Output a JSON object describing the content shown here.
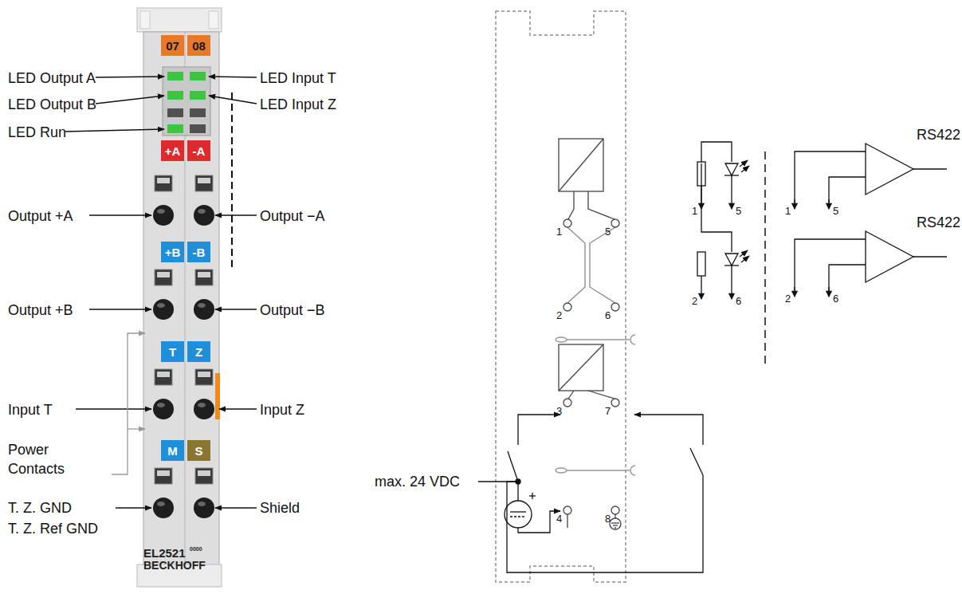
{
  "diagram": {
    "nodes": [
      {
        "text": [
          "EL2521",
          "0000",
          "BECKHOFF"
        ]
      },
      {
        "text": [
          "07"
        ],
        "in": 0
      },
      {
        "text": [
          "08"
        ],
        "in": 0
      },
      {
        "text": [
          "+A"
        ],
        "in": 0
      },
      {
        "text": [
          "-A"
        ],
        "in": 0
      },
      {
        "text": [
          "+B"
        ],
        "in": 0
      },
      {
        "text": [
          "-B"
        ],
        "in": 0
      },
      {
        "text": [
          "T"
        ],
        "in": 0
      },
      {
        "text": [
          "Z"
        ],
        "in": 0
      },
      {
        "text": [
          "M"
        ],
        "in": 0
      },
      {
        "text": [
          "S"
        ],
        "in": 0
      }
    ],
    "labels": [
      "LED Output A",
      "LED Output B",
      "LED Run",
      "LED Input T",
      "LED Input Z",
      "Output +A",
      "Output −A",
      "Output +B",
      "Output −B",
      "Input T",
      "Input Z",
      "Power Contacts",
      "T. Z. GND",
      "T. Z. Ref GND",
      "Shield",
      "1",
      "5",
      "2",
      "6",
      "3",
      "7",
      "4",
      "8",
      "max. 24 VDC",
      "1",
      "5",
      "2",
      "6",
      "1",
      "5",
      "2",
      "6",
      "RS422",
      "RS422"
    ]
  }
}
